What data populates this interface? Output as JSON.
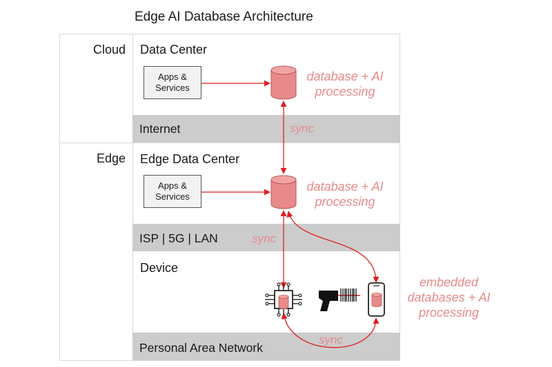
{
  "title": "Edge AI Database Architecture",
  "rows": {
    "cloud_label": "Cloud",
    "edge_label": "Edge"
  },
  "cloud": {
    "section_title": "Data Center",
    "apps_box": "Apps & Services",
    "db_label_line1": "database + AI",
    "db_label_line2": "processing",
    "band": "Internet",
    "sync": "sync"
  },
  "edge": {
    "section_title": "Edge Data Center",
    "apps_box": "Apps & Services",
    "db_label_line1": "database + AI",
    "db_label_line2": "processing",
    "band": "ISP | 5G | LAN",
    "sync": "sync"
  },
  "device": {
    "section_title": "Device",
    "embedded_line1": "embedded",
    "embedded_line2": "databases + AI",
    "embedded_line3": "processing",
    "band": "Personal Area Network",
    "sync": "sync"
  },
  "colors": {
    "accent_red": "#e11d1d",
    "db_fill": "#e88a8a",
    "band_gray": "#cccccc"
  }
}
